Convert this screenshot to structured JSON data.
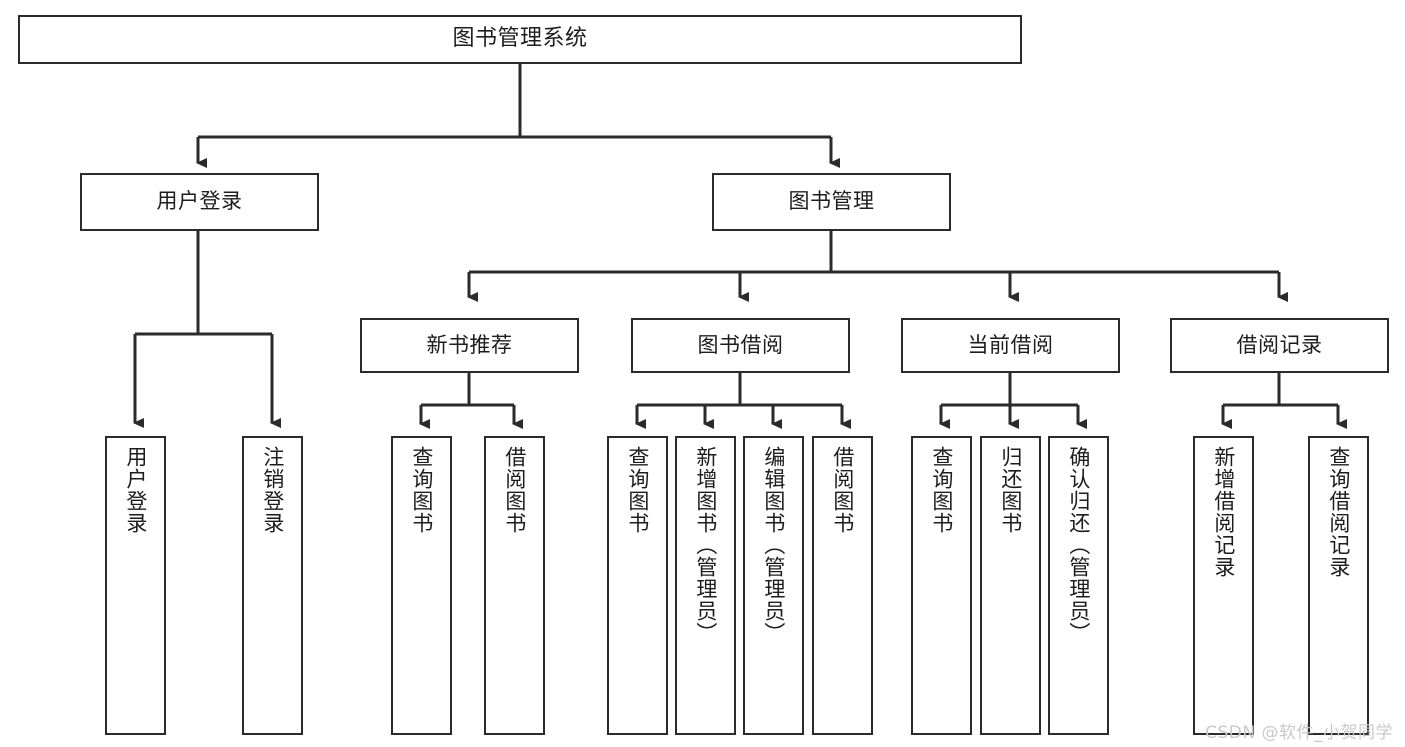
{
  "diagram": {
    "title": "图书管理系统",
    "type": "tree-hierarchy",
    "orientation": "top-down",
    "colors": {
      "background": "#ffffff",
      "node_fill": "#ffffff",
      "node_stroke": "#2b2b2b",
      "edge_stroke": "#2b2b2b",
      "text": "#1d1d1d",
      "watermark": "#c9c9c9"
    },
    "root": {
      "label": "图书管理系统"
    },
    "level2": [
      {
        "label": "用户登录"
      },
      {
        "label": "图书管理"
      }
    ],
    "level3": [
      {
        "label": "新书推荐"
      },
      {
        "label": "图书借阅"
      },
      {
        "label": "当前借阅"
      },
      {
        "label": "借阅记录"
      }
    ],
    "leaves": {
      "user_login": [
        {
          "label": "用户登录"
        },
        {
          "label": "注销登录"
        }
      ],
      "new_book_recommend": [
        {
          "label": "查询图书"
        },
        {
          "label": "借阅图书"
        }
      ],
      "book_borrow": [
        {
          "label": "查询图书"
        },
        {
          "label": "新增图书（管理员）"
        },
        {
          "label": "编辑图书（管理员）"
        },
        {
          "label": "借阅图书"
        }
      ],
      "current_borrow": [
        {
          "label": "查询图书"
        },
        {
          "label": "归还图书"
        },
        {
          "label": "确认归还（管理员）"
        }
      ],
      "borrow_record": [
        {
          "label": "新增借阅记录"
        },
        {
          "label": "查询借阅记录"
        }
      ]
    }
  },
  "watermark": {
    "text": "CSDN @软件_小贺同学"
  }
}
